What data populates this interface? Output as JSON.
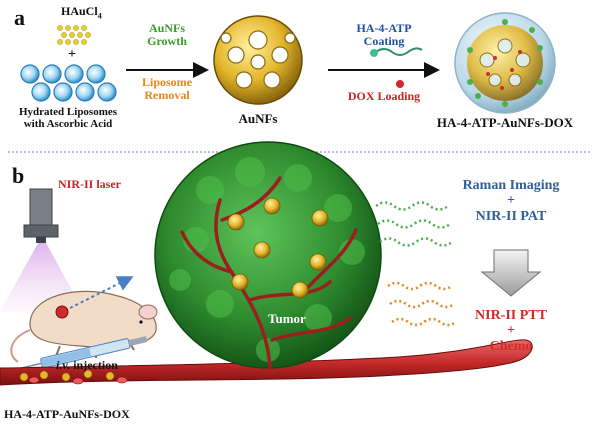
{
  "panel_a": {
    "letter": "a",
    "precursor": "HAuCl",
    "precursor_sub": "4",
    "plus": "+",
    "liposome_line1": "Hydrated Liposomes",
    "liposome_line2": "with Ascorbic Acid",
    "step1_line1": "AuNFs",
    "step1_line2": "Growth",
    "step1_line3": "Liposome",
    "step1_line4": "Removal",
    "product1": "AuNFs",
    "step2_line1": "HA-4-ATP",
    "step2_line2": "Coating",
    "step2_line3": "DOX Loading",
    "product2": "HA-4-ATP-AuNFs-DOX"
  },
  "panel_b": {
    "letter": "b",
    "laser": "NIR-II laser",
    "tumor": "Tumor",
    "injection_italic": "i.v.",
    "injection_rest": " injection",
    "vessel_label": "HA-4-ATP-AuNFs-DOX",
    "imaging_line1": "Raman Imaging",
    "imaging_plus": "+",
    "imaging_line2": "NIR-II PAT",
    "therapy_line1": "NIR-II PTT",
    "therapy_plus": "+",
    "therapy_line2": "Chemo"
  },
  "colors": {
    "step1_green": "#3a9a2a",
    "step1_orange": "#e8841a",
    "step2_blue": "#1e50a0",
    "step2_red": "#d02020",
    "laser_red": "#c0262a",
    "imaging_blue": "#2f5f9c",
    "therapy_red": "#d42a24",
    "tumor_green": "#2e8b2e",
    "gold": "#e3b52a"
  }
}
